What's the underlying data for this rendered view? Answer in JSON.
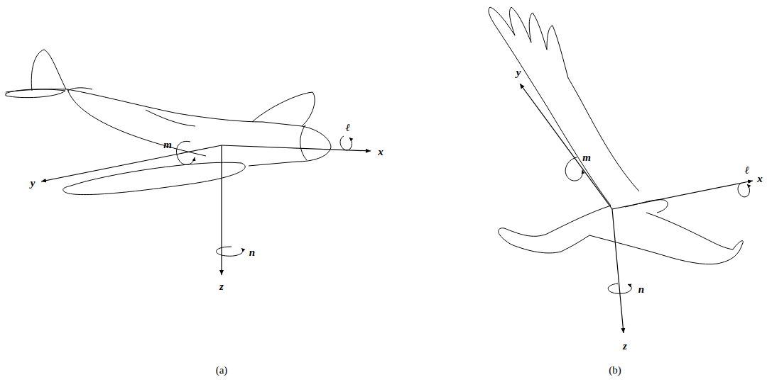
{
  "diagram": {
    "labels": [
      "m",
      "ℓ",
      "x",
      "y",
      "n",
      "z",
      "y",
      "m",
      "ℓ",
      "x",
      "n",
      "z",
      "(a)",
      "(b)"
    ]
  }
}
